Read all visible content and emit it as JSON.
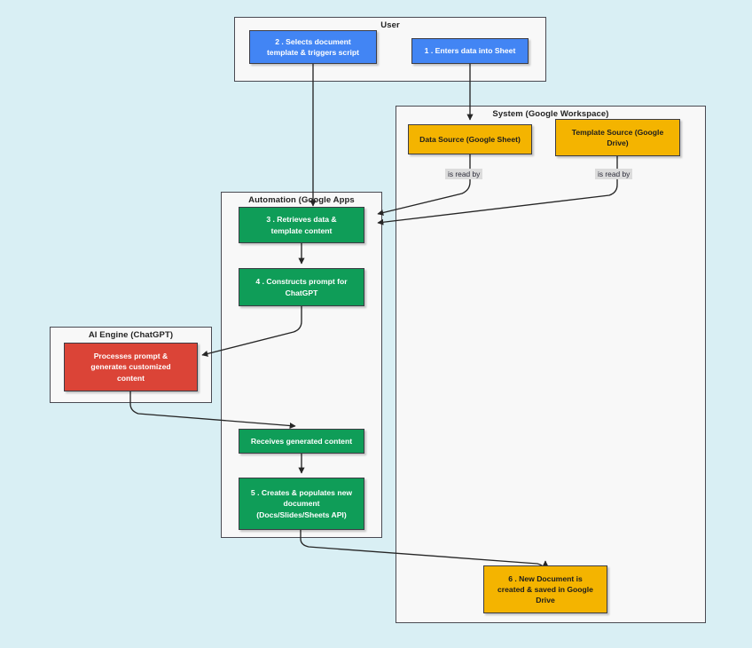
{
  "diagram": {
    "title": "Google Workspace ChatGPT Document Automation Flowchart",
    "background": {
      "pattern": "plus-and-dot-grid",
      "color": "#ddf0f5",
      "page_color": "#ffffff"
    },
    "palette": {
      "user_blue": "#4285F4",
      "source_orange": "#F4B400",
      "automation_green": "#0F9D58",
      "ai_red": "#DB4437",
      "cluster_fill": "#F8F8F8",
      "cluster_border": "#4A4A52",
      "edge_stroke": "#333333",
      "edge_label_fill": "#DCDCDC"
    },
    "clusters": [
      {
        "id": "user",
        "label": "User"
      },
      {
        "id": "system",
        "label": "System (Google Workspace)"
      },
      {
        "id": "automation",
        "label": "Automation (Google Apps"
      },
      {
        "id": "ai",
        "label": "AI Engine (ChatGPT)"
      }
    ],
    "nodes": [
      {
        "id": "n1",
        "label": "1 . Enters data into Sheet",
        "color": "blue",
        "cluster": "user"
      },
      {
        "id": "n2",
        "label": "2 . Selects document\ntemplate & triggers script",
        "color": "blue",
        "cluster": "user"
      },
      {
        "id": "n3",
        "label": "Data Source (Google Sheet)",
        "color": "orange",
        "cluster": "system"
      },
      {
        "id": "n4",
        "label": "Template Source (Google\nDrive)",
        "color": "orange",
        "cluster": "system"
      },
      {
        "id": "n5",
        "label": "3 . Retrieves data &\ntemplate content",
        "color": "green",
        "cluster": "automation"
      },
      {
        "id": "n6",
        "label": "4 . Constructs prompt for\nChatGPT",
        "color": "green",
        "cluster": "automation"
      },
      {
        "id": "n7",
        "label": "Processes prompt &\ngenerates customized\ncontent",
        "color": "red",
        "cluster": "ai"
      },
      {
        "id": "n8",
        "label": "Receives generated content",
        "color": "green",
        "cluster": "automation"
      },
      {
        "id": "n9",
        "label": "5 . Creates & populates new\ndocument\n(Docs/Slides/Sheets API)",
        "color": "green",
        "cluster": "automation"
      },
      {
        "id": "n10",
        "label": "6 . New Document is\ncreated & saved in Google\nDrive",
        "color": "orange",
        "cluster": "system"
      }
    ],
    "edge_labels": [
      {
        "id": "e1",
        "label": "is read by"
      },
      {
        "id": "e2",
        "label": "is read by"
      }
    ],
    "edges": [
      {
        "from": "n1",
        "to": "n3",
        "label": ""
      },
      {
        "from": "n2",
        "to": "n5",
        "label": ""
      },
      {
        "from": "n3",
        "to": "n5",
        "label": "is read by"
      },
      {
        "from": "n4",
        "to": "n5",
        "label": "is read by"
      },
      {
        "from": "n5",
        "to": "n6",
        "label": ""
      },
      {
        "from": "n6",
        "to": "n7",
        "label": ""
      },
      {
        "from": "n7",
        "to": "n8",
        "label": ""
      },
      {
        "from": "n8",
        "to": "n9",
        "label": ""
      },
      {
        "from": "n9",
        "to": "n10",
        "label": ""
      }
    ]
  }
}
